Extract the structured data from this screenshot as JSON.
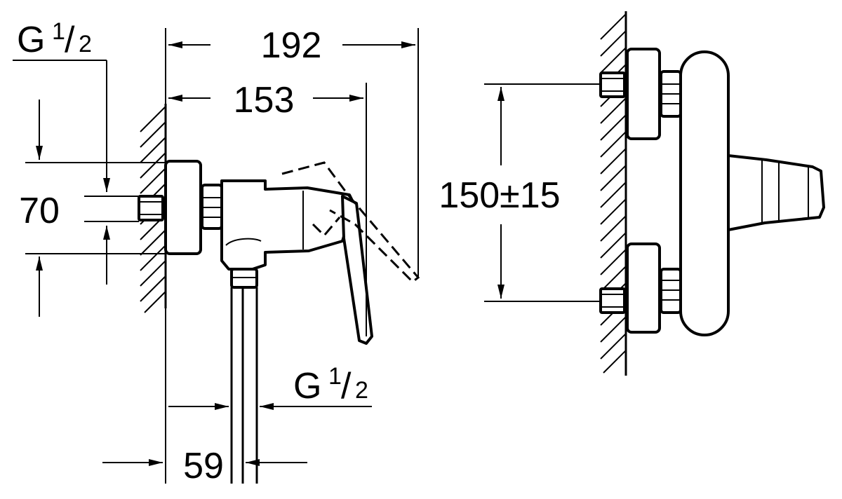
{
  "drawing": {
    "dimensions": {
      "overall_depth": "192",
      "lever_depth": "153",
      "body_height": "70",
      "outlet_offset": "59",
      "inlet_spacing": "150±15"
    },
    "threads": {
      "inlet": {
        "base": "G",
        "numerator": "1",
        "denominator": "2"
      },
      "outlet": {
        "base": "G",
        "numerator": "1",
        "denominator": "2"
      }
    }
  }
}
